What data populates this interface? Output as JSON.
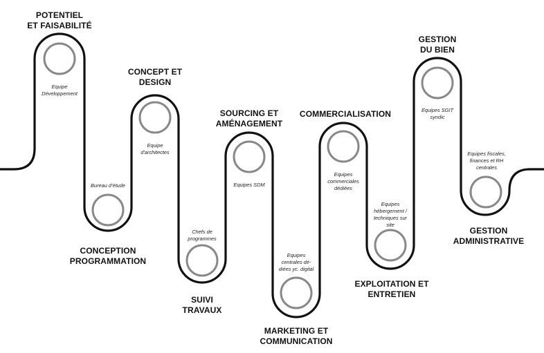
{
  "colors": {
    "line": "#111111",
    "circle_stroke": "#888888",
    "text": "#111111"
  },
  "stages": [
    {
      "title": "POTENTIEL\nET FAISABILITÉ",
      "team": "Equipe\nDéveloppement"
    },
    {
      "title": "CONCEPTION\nPROGRAMMATION",
      "team": "Bureau d'étude"
    },
    {
      "title": "CONCEPT ET\nDESIGN",
      "team": "Equipe\nd'architectes"
    },
    {
      "title": "SUIVI\nTRAVAUX",
      "team": "Chefs de\nprogrammes"
    },
    {
      "title": "SOURCING ET\nAMÉNAGEMENT",
      "team": "Equipes SDM"
    },
    {
      "title": "MARKETING ET\nCOMMUNICATION",
      "team": "Equipes\ncentrales dé-\ndiées yc. digital"
    },
    {
      "title": "COMMERCIALISATION",
      "team": "Equipes\ncommerciales\ndédiées"
    },
    {
      "title": "EXPLOITATION ET\nENTRETIEN",
      "team": "Equipes\nhébergement /\ntechniques sur\nsite"
    },
    {
      "title": "GESTION\nDU BIEN",
      "team": "Equipes SGIT\nsyndic"
    },
    {
      "title": "GESTION\nADMINISTRATIVE",
      "team": "Equipes fiscales,\nfinances et RH\ncentrales"
    }
  ]
}
